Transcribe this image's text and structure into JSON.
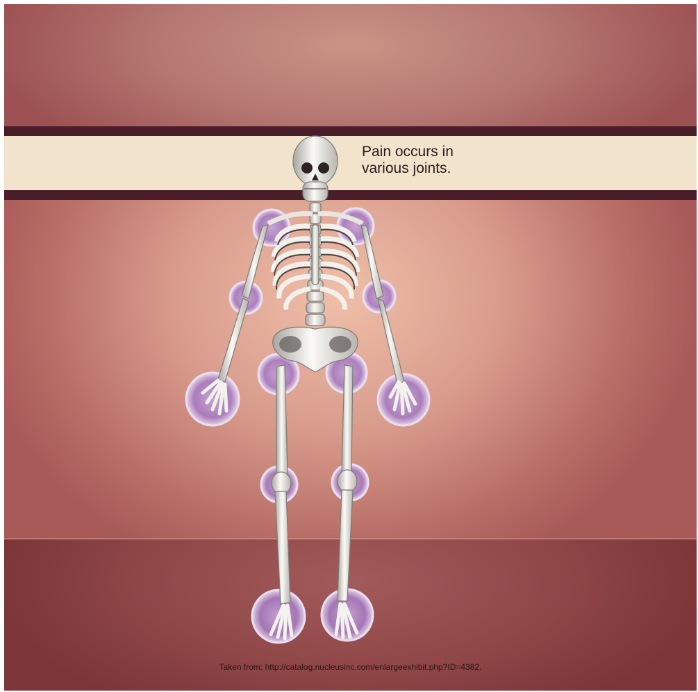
{
  "caption": "Pain occurs in\nvarious joints.",
  "source_note": "Taken from: http://catalog.nucleusinc.com/enlargeexhibit.php?ID=4382.",
  "colors": {
    "bone": "#f1efe9",
    "bone_shadow": "#9d9a95",
    "joint_highlight": "#b48ac9",
    "stripe_dark": "#4a1d2b",
    "stripe_light": "#f2e4cc"
  },
  "joints": [
    "left-shoulder",
    "right-shoulder",
    "left-elbow",
    "right-elbow",
    "left-hip",
    "right-hip",
    "left-wrist",
    "right-wrist",
    "left-knee",
    "right-knee",
    "left-ankle",
    "right-ankle"
  ]
}
